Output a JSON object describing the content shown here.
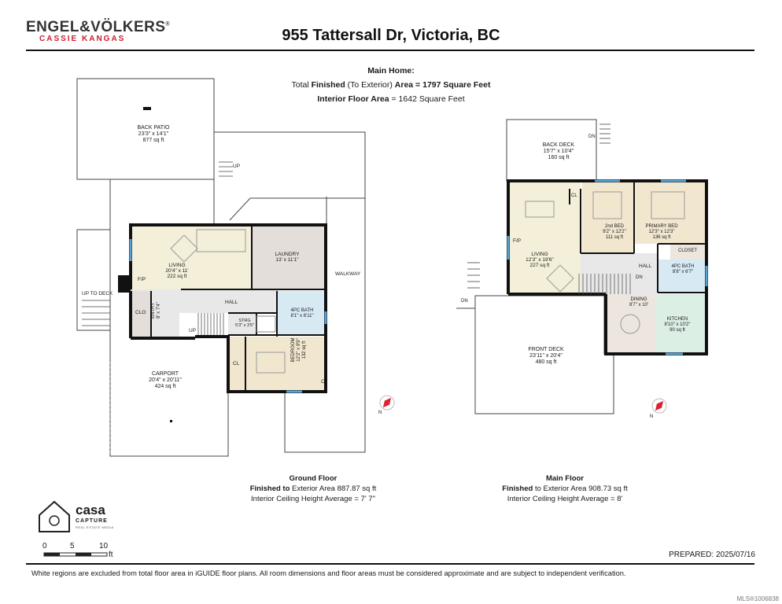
{
  "brand": {
    "line1": "ENGEL&VÖLKERS",
    "registered": "®",
    "line2": "CASSIE KANGAS",
    "accent": "#c8202f"
  },
  "title": "955 Tattersall Dr, Victoria, BC",
  "summary": {
    "heading": "Main Home:",
    "total_prefix": "Total ",
    "total_finished": "Finished",
    "total_mid": " (To Exterior) ",
    "total_area_word": "Area",
    "total_value": " = 1797 Square Feet",
    "interior_label": "Interior Floor Area",
    "interior_value": " = 1642 Square Feet"
  },
  "ground_floor": {
    "name": "Ground Floor",
    "finished_word": "Finished to",
    "exterior": " Exterior Area 887.87 sq ft",
    "ceiling": "Interior Ceiling Height Average = 7' 7\"",
    "rooms": {
      "back_patio": [
        "BACK PATIO",
        "23'3\" x 14'1\"",
        "877 sq ft"
      ],
      "living": [
        "LIVING",
        "20'4\" x 11'",
        "222 sq ft"
      ],
      "laundry": [
        "LAUNDRY",
        "13' x 11'1\""
      ],
      "hall": "HALL",
      "clo": "CLO",
      "entry": "ENTRY",
      "entry_dim": "8' x 7'4\"",
      "strg": [
        "STRG",
        "5'3\" x 3'5\""
      ],
      "bath": [
        "4PC BATH",
        "8'1\" x 6'11\""
      ],
      "bedroom": [
        "BEDROOM",
        "12'2\" x 9'9\"",
        "132 sq ft"
      ],
      "carport": [
        "CARPORT",
        "20'4\" x 20'11\"",
        "424 sq ft"
      ],
      "cl": "CL",
      "c": "C",
      "fp": "F/P",
      "up1": "UP",
      "up2": "UP",
      "up_to_deck": "UP TO DECK",
      "walkway": "WALKWAY"
    }
  },
  "main_floor": {
    "name": "Main Floor",
    "finished_word": "Finished",
    "exterior": " to Exterior Area 908.73 sq ft",
    "ceiling": "Interior Ceiling Height Average = 8'",
    "rooms": {
      "back_deck": [
        "BACK DECK",
        "15'7\" x 10'4\"",
        "160 sq ft"
      ],
      "living": [
        "LIVING",
        "12'3\" x 19'6\"",
        "227 sq ft"
      ],
      "bed2": [
        "2nd BED",
        "9'2\" x 12'2\"",
        "111 sq ft"
      ],
      "primary": [
        "PRIMARY BED",
        "12'3\" x 12'3\"",
        "136 sq ft"
      ],
      "closet": "CLOSET",
      "bath": [
        "4PC BATH",
        "8'8\" x 6'7\""
      ],
      "hall": "HALL",
      "dining": [
        "DINING",
        "8'7\" x 10'"
      ],
      "kitchen": [
        "KITCHEN",
        "8'10\" x 10'2\"",
        "90 sq ft"
      ],
      "front_deck": [
        "FRONT DECK",
        "23'11\" x 20'4\"",
        "480 sq ft"
      ],
      "cl": "CL",
      "fp": "F/P",
      "dn1": "DN",
      "dn2": "DN",
      "dn3": "DN"
    }
  },
  "compass": "N",
  "logo": {
    "word": "casa",
    "sub": "CAPTURE",
    "tag": "REAL ESTATE MEDIA"
  },
  "scale": {
    "t0": "0",
    "t5": "5",
    "t10": "10",
    "unit": "ft"
  },
  "prepared": "PREPARED: 2025/07/16",
  "footnote": "White regions are excluded from total floor area in iGUIDE floor plans. All room dimensions and floor areas must be considered approximate and are subject to independent verification.",
  "mls": "MLS®1006838",
  "colors": {
    "living": "#f4efd9",
    "laundry": "#e4dedb",
    "bath": "#d7eaf4",
    "bedroom": "#f1e7cf",
    "hall": "#e8e8e8",
    "dining": "#ece6df",
    "kitchen": "#dcefe5",
    "window": "#5aa4d3"
  }
}
